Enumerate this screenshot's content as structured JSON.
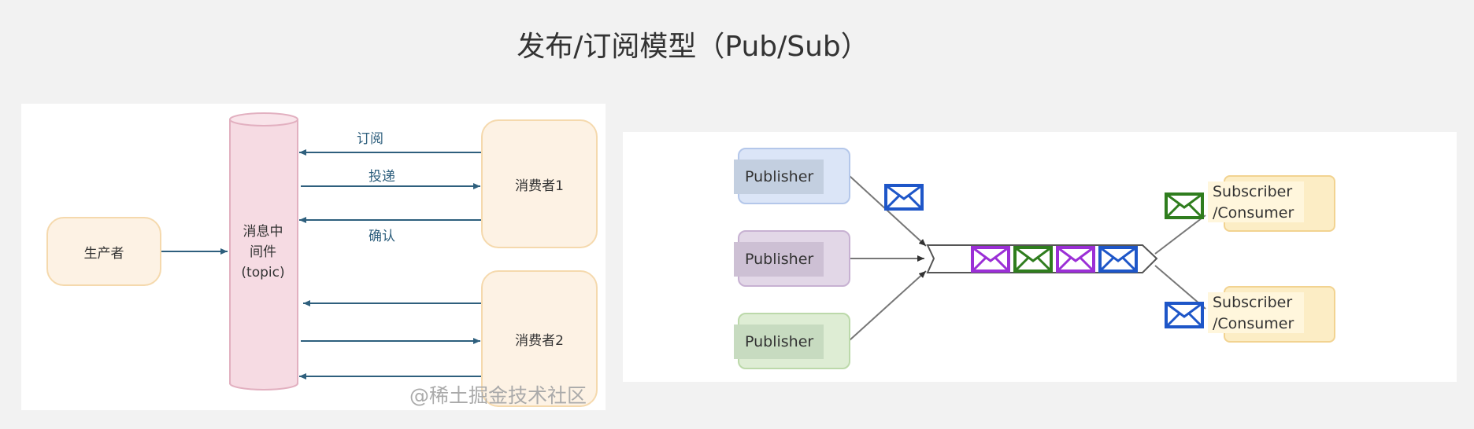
{
  "title": "发布/订阅模型（Pub/Sub）",
  "left_diagram": {
    "producer": "生产者",
    "middleware": [
      "消息中",
      "间件",
      "(topic)"
    ],
    "consumers": [
      "消费者1",
      "消费者2"
    ],
    "arrow_labels": {
      "subscribe": "订阅",
      "deliver": "投递",
      "ack": "确认"
    },
    "watermark": "@稀土掘金技术社区"
  },
  "right_diagram": {
    "publishers": [
      "Publisher",
      "Publisher",
      "Publisher"
    ],
    "subscribers": [
      {
        "line1": "Subscriber",
        "line2": "/Consumer"
      },
      {
        "line1": "Subscriber",
        "line2": "/Consumer"
      }
    ],
    "colors": {
      "envelope_blue": "#1e56c8",
      "envelope_green": "#2f7d1e",
      "envelope_purple": "#9b2fd6",
      "publisher_blue": "#dbe5f7",
      "publisher_purple": "#e2d7e7",
      "publisher_green": "#deedd4",
      "subscriber": "#fcedc5"
    }
  }
}
